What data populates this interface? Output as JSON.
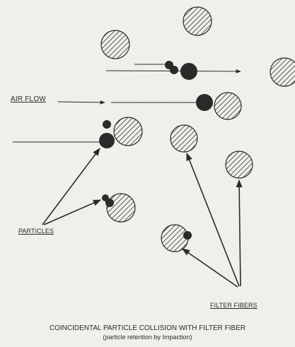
{
  "labels": {
    "air_flow": "AIR FLOW",
    "particles": "PARTICLES",
    "filter_fibers": "FILTER FIBERS"
  },
  "caption": {
    "title": "COINCIDENTAL PARTICLE COLLISION WITH FILTER FIBER",
    "subtitle": "(particle retention by Impaction)"
  },
  "colors": {
    "ink": "#2a2a2a",
    "paper": "#f1efe9"
  }
}
